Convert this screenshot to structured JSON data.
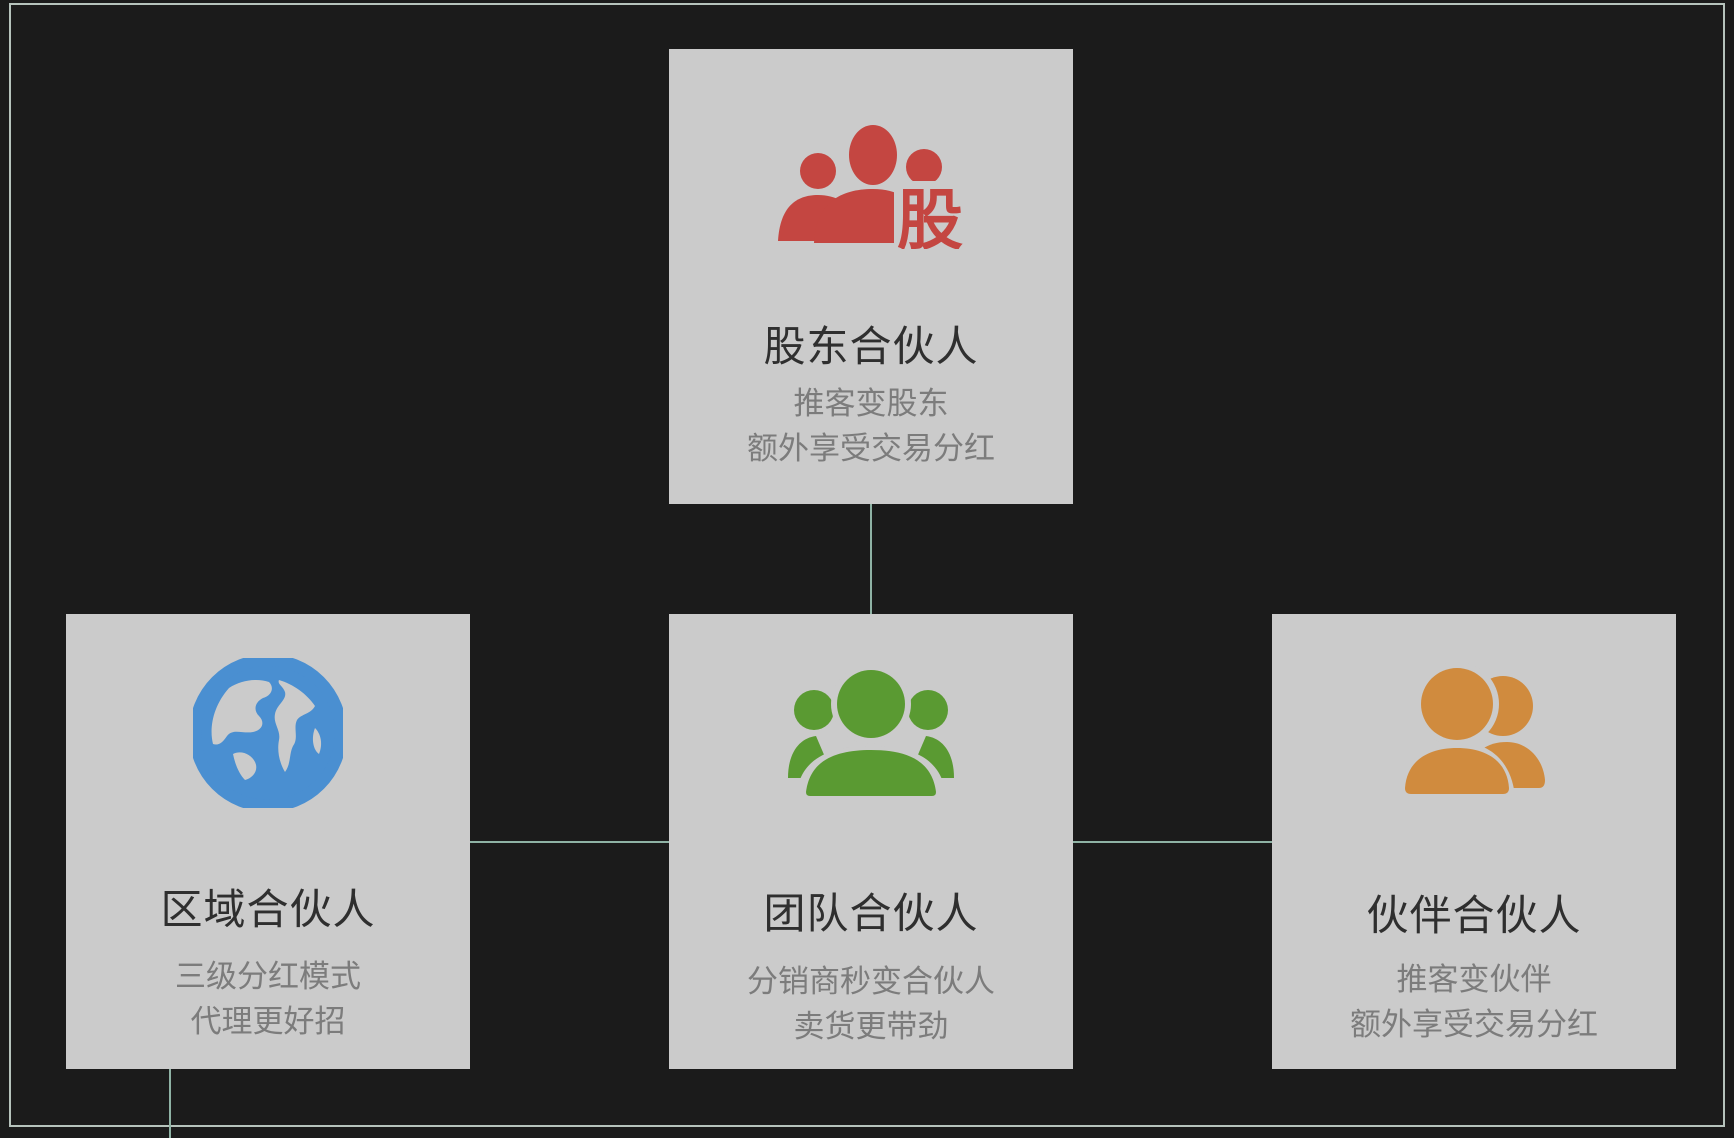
{
  "nodes": {
    "top": {
      "icon": "shareholders-icon",
      "icon_glyph": "股",
      "icon_color": "#c44641",
      "title": "股东合伙人",
      "line1": "推客变股东",
      "line2": "额外享受交易分红"
    },
    "left": {
      "icon": "globe-icon",
      "icon_color": "#4a8fd1",
      "title": "区域合伙人",
      "line1": "三级分红模式",
      "line2": "代理更好招"
    },
    "center": {
      "icon": "team-icon",
      "icon_color": "#5a9a32",
      "title": "团队合伙人",
      "line1": "分销商秒变合伙人",
      "line2": "卖货更带劲"
    },
    "right": {
      "icon": "partner-icon",
      "icon_color": "#d08b3e",
      "title": "伙伴合伙人",
      "line1": "推客变伙伴",
      "line2": "额外享受交易分红"
    }
  },
  "connector_color": "#8fb3a5",
  "background_color": "#1b1b1b",
  "card_color": "#cbcbcb"
}
